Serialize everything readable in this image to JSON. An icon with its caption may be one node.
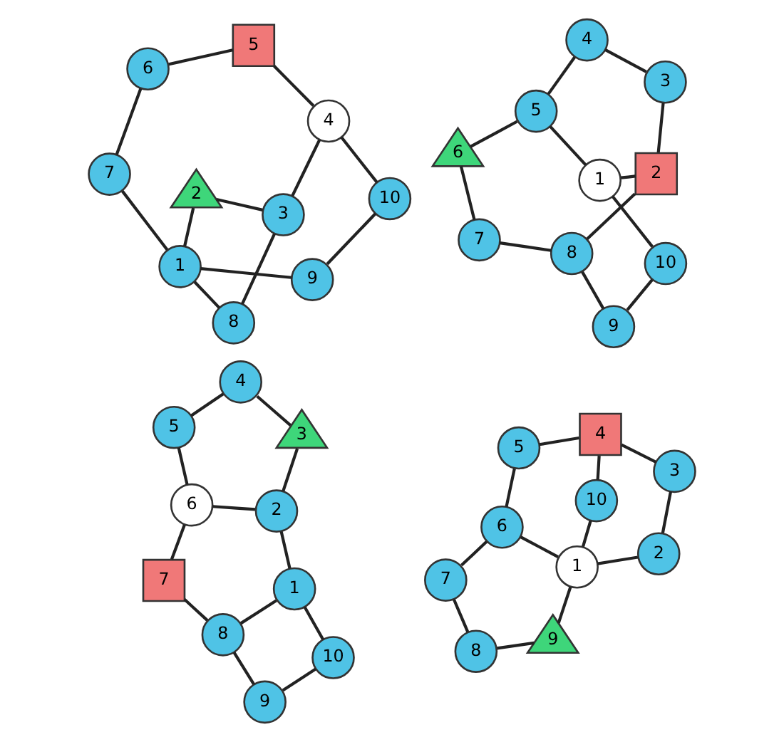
{
  "diagram": {
    "nodes": [
      {
        "text": [
          "1"
        ]
      },
      {
        "text": [
          "2"
        ]
      },
      {
        "text": [
          "3"
        ]
      },
      {
        "text": [
          "4"
        ]
      },
      {
        "text": [
          "5"
        ]
      },
      {
        "text": [
          "6"
        ]
      },
      {
        "text": [
          "7"
        ]
      },
      {
        "text": [
          "8"
        ]
      },
      {
        "text": [
          "9"
        ]
      },
      {
        "text": [
          "10"
        ]
      },
      {
        "text": [
          "1"
        ]
      },
      {
        "text": [
          "2"
        ]
      },
      {
        "text": [
          "3"
        ]
      },
      {
        "text": [
          "4"
        ]
      },
      {
        "text": [
          "5"
        ]
      },
      {
        "text": [
          "6"
        ]
      },
      {
        "text": [
          "7"
        ]
      },
      {
        "text": [
          "8"
        ]
      },
      {
        "text": [
          "9"
        ]
      },
      {
        "text": [
          "10"
        ]
      },
      {
        "text": [
          "1"
        ]
      },
      {
        "text": [
          "2"
        ]
      },
      {
        "text": [
          "3"
        ]
      },
      {
        "text": [
          "4"
        ]
      },
      {
        "text": [
          "5"
        ]
      },
      {
        "text": [
          "6"
        ]
      },
      {
        "text": [
          "7"
        ]
      },
      {
        "text": [
          "8"
        ]
      },
      {
        "text": [
          "9"
        ]
      },
      {
        "text": [
          "10"
        ]
      },
      {
        "text": [
          "1"
        ]
      },
      {
        "text": [
          "2"
        ]
      },
      {
        "text": [
          "3"
        ]
      },
      {
        "text": [
          "4"
        ]
      },
      {
        "text": [
          "5"
        ]
      },
      {
        "text": [
          "6"
        ]
      },
      {
        "text": [
          "7"
        ]
      },
      {
        "text": [
          "8"
        ]
      },
      {
        "text": [
          "9"
        ]
      },
      {
        "text": [
          "10"
        ]
      }
    ],
    "edges": [
      {
        "from": 0,
        "to": 1,
        "arrow": "none"
      },
      {
        "from": 1,
        "to": 2,
        "arrow": "none"
      },
      {
        "from": 2,
        "to": 3,
        "arrow": "none"
      },
      {
        "from": 3,
        "to": 4,
        "arrow": "none"
      },
      {
        "from": 4,
        "to": 5,
        "arrow": "none"
      },
      {
        "from": 5,
        "to": 6,
        "arrow": "none"
      },
      {
        "from": 6,
        "to": 7,
        "arrow": "none"
      },
      {
        "from": 7,
        "to": 8,
        "arrow": "none"
      },
      {
        "from": 8,
        "to": 0,
        "arrow": "none"
      },
      {
        "from": 0,
        "to": 5,
        "arrow": "none"
      },
      {
        "from": 0,
        "to": 9,
        "arrow": "none"
      },
      {
        "from": 9,
        "to": 3,
        "arrow": "none"
      },
      {
        "from": 10,
        "to": 11,
        "arrow": "none"
      },
      {
        "from": 11,
        "to": 12,
        "arrow": "none"
      },
      {
        "from": 12,
        "to": 13,
        "arrow": "none"
      },
      {
        "from": 13,
        "to": 14,
        "arrow": "none"
      },
      {
        "from": 14,
        "to": 15,
        "arrow": "none"
      },
      {
        "from": 15,
        "to": 16,
        "arrow": "none"
      },
      {
        "from": 16,
        "to": 10,
        "arrow": "none"
      },
      {
        "from": 10,
        "to": 18,
        "arrow": "none"
      },
      {
        "from": 18,
        "to": 19,
        "arrow": "none"
      },
      {
        "from": 19,
        "to": 13,
        "arrow": "none"
      },
      {
        "from": 10,
        "to": 17,
        "arrow": "none"
      },
      {
        "from": 17,
        "to": 12,
        "arrow": "none"
      },
      {
        "from": 20,
        "to": 21,
        "arrow": "none"
      },
      {
        "from": 21,
        "to": 22,
        "arrow": "none"
      },
      {
        "from": 22,
        "to": 23,
        "arrow": "none"
      },
      {
        "from": 23,
        "to": 24,
        "arrow": "none"
      },
      {
        "from": 24,
        "to": 25,
        "arrow": "none"
      },
      {
        "from": 25,
        "to": 26,
        "arrow": "none"
      },
      {
        "from": 26,
        "to": 27,
        "arrow": "none"
      },
      {
        "from": 27,
        "to": 28,
        "arrow": "none"
      },
      {
        "from": 28,
        "to": 29,
        "arrow": "none"
      },
      {
        "from": 29,
        "to": 20,
        "arrow": "none"
      },
      {
        "from": 20,
        "to": 24,
        "arrow": "none"
      },
      {
        "from": 21,
        "to": 27,
        "arrow": "none"
      },
      {
        "from": 30,
        "to": 31,
        "arrow": "none"
      },
      {
        "from": 31,
        "to": 32,
        "arrow": "none"
      },
      {
        "from": 32,
        "to": 33,
        "arrow": "none"
      },
      {
        "from": 33,
        "to": 34,
        "arrow": "none"
      },
      {
        "from": 34,
        "to": 35,
        "arrow": "none"
      },
      {
        "from": 35,
        "to": 36,
        "arrow": "none"
      },
      {
        "from": 36,
        "to": 37,
        "arrow": "none"
      },
      {
        "from": 37,
        "to": 38,
        "arrow": "none"
      },
      {
        "from": 38,
        "to": 39,
        "arrow": "none"
      },
      {
        "from": 39,
        "to": 30,
        "arrow": "none"
      },
      {
        "from": 30,
        "to": 37,
        "arrow": "none"
      },
      {
        "from": 31,
        "to": 35,
        "arrow": "none"
      }
    ]
  }
}
